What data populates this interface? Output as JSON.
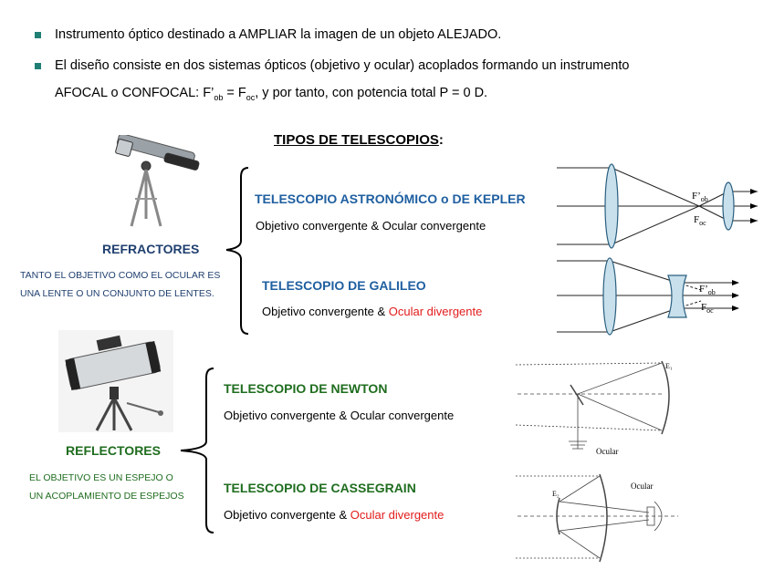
{
  "bullets": {
    "b1": "Instrumento óptico destinado a AMPLIAR la imagen de un objeto ALEJADO.",
    "b2_line1": "El diseño consiste en dos sistemas ópticos (objetivo y ocular) acoplados formando un instrumento",
    "b2_line2_prefix": "AFOCAL o CONFOCAL: F’",
    "b2_sub1": "ob",
    "b2_eq": " = F",
    "b2_sub2": "oc",
    "b2_line2_suffix": ", y por tanto, con potencia total P = 0 D."
  },
  "main_title": "TIPOS DE TELESCOPIOS",
  "main_title_colon": ":",
  "refractors": {
    "label": "REFRACTORES",
    "note_line1": "TANTO EL OBJETIVO COMO  EL OCULAR ES",
    "note_line2": "UNA LENTE O UN CONJUNTO DE LENTES.",
    "kepler_title": "TELESCOPIO ASTRONÓMICO o DE KEPLER",
    "kepler_desc": "Objetivo convergente  &  Ocular convergente",
    "galileo_title": "TELESCOPIO DE GALILEO",
    "galileo_desc_a": "Objetivo convergente  &  ",
    "galileo_desc_b": "Ocular divergente"
  },
  "reflectors": {
    "label": "REFLECTORES",
    "note_line1": "EL OBJETIVO ES UN ESPEJO O",
    "note_line2": "UN ACOPLAMIENTO DE ESPEJOS",
    "newton_title": "TELESCOPIO DE NEWTON",
    "newton_desc": "Objetivo convergente  &  Ocular convergente",
    "cassegrain_title": "TELESCOPIO DE CASSEGRAIN",
    "cassegrain_desc_a": "Objetivo convergente  &  ",
    "cassegrain_desc_b": "Ocular divergente"
  },
  "diagram_labels": {
    "f_ob_prime": "F’",
    "ob": "ob",
    "f_oc": "F",
    "oc": "oc",
    "ocular": "Ocular",
    "e1": "E₁",
    "e2": "E₂"
  },
  "colors": {
    "bullet": "#1f7f74",
    "blue_title": "#1f5fa0",
    "green_title": "#1f6d1f",
    "red_text": "#e21b1b",
    "lens_fill": "#c8e0ec",
    "lens_stroke": "#2a5f7f"
  },
  "icons": [
    "refractor-telescope-image",
    "reflector-telescope-image"
  ]
}
